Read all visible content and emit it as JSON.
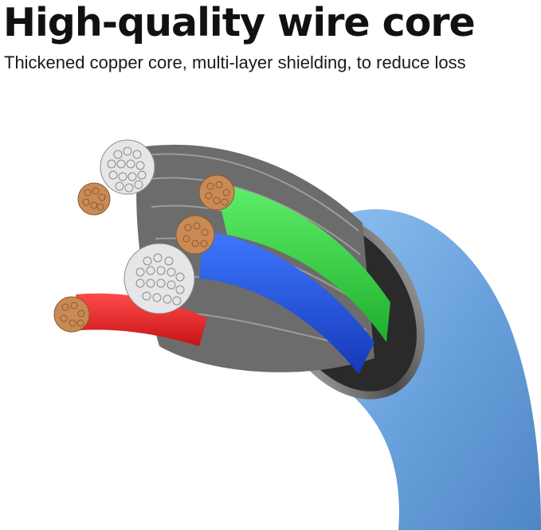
{
  "banner": {
    "title": "High-quality wire core",
    "subtitle": "Thickened copper core, multi-layer shielding, to reduce loss"
  },
  "illustration": {
    "subject": "cable-cross-section",
    "colors": {
      "jacket": "#6aa2dd",
      "shield": "#3a3a3a",
      "green_wire": "#2fd13a",
      "blue_wire": "#1c52e0",
      "red_wire": "#e12121",
      "copper": "#c98a55",
      "tinned": "#e6e6e6"
    }
  }
}
